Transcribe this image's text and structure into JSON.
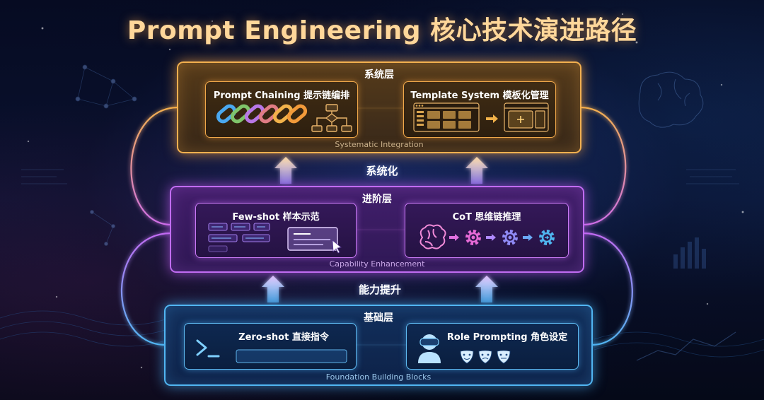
{
  "title": "Prompt Engineering 核心技术演进路径",
  "layers": {
    "system": {
      "title": "系统层",
      "subtitle": "Systematic Integration",
      "cards": [
        {
          "title": "Prompt Chaining 提示链编排"
        },
        {
          "title": "Template System 模板化管理"
        }
      ]
    },
    "advanced": {
      "title": "进阶层",
      "subtitle": "Capability Enhancement",
      "cards": [
        {
          "title": "Few-shot 样本示范"
        },
        {
          "title": "CoT 思维链推理"
        }
      ]
    },
    "base": {
      "title": "基础层",
      "subtitle": "Foundation Building Blocks",
      "cards": [
        {
          "title": "Zero-shot 直接指令"
        },
        {
          "title": "Role Prompting 角色设定"
        }
      ]
    }
  },
  "transitions": {
    "upper": "系统化",
    "lower": "能力提升"
  },
  "colors": {
    "system": "#f3b04f",
    "advanced": "#c16cf2",
    "base": "#51b6f2",
    "title": "#ffd79a"
  },
  "icons": {
    "chain": "chain-link-icon",
    "flowchart": "flowchart-icon",
    "template": "template-window-icon",
    "examples": "example-cards-icon",
    "cursor": "cursor-icon",
    "brain": "brain-icon",
    "gear": "gear-icon",
    "terminal": "terminal-icon",
    "role": "vr-persona-icon",
    "masks": "theater-mask-icon"
  }
}
